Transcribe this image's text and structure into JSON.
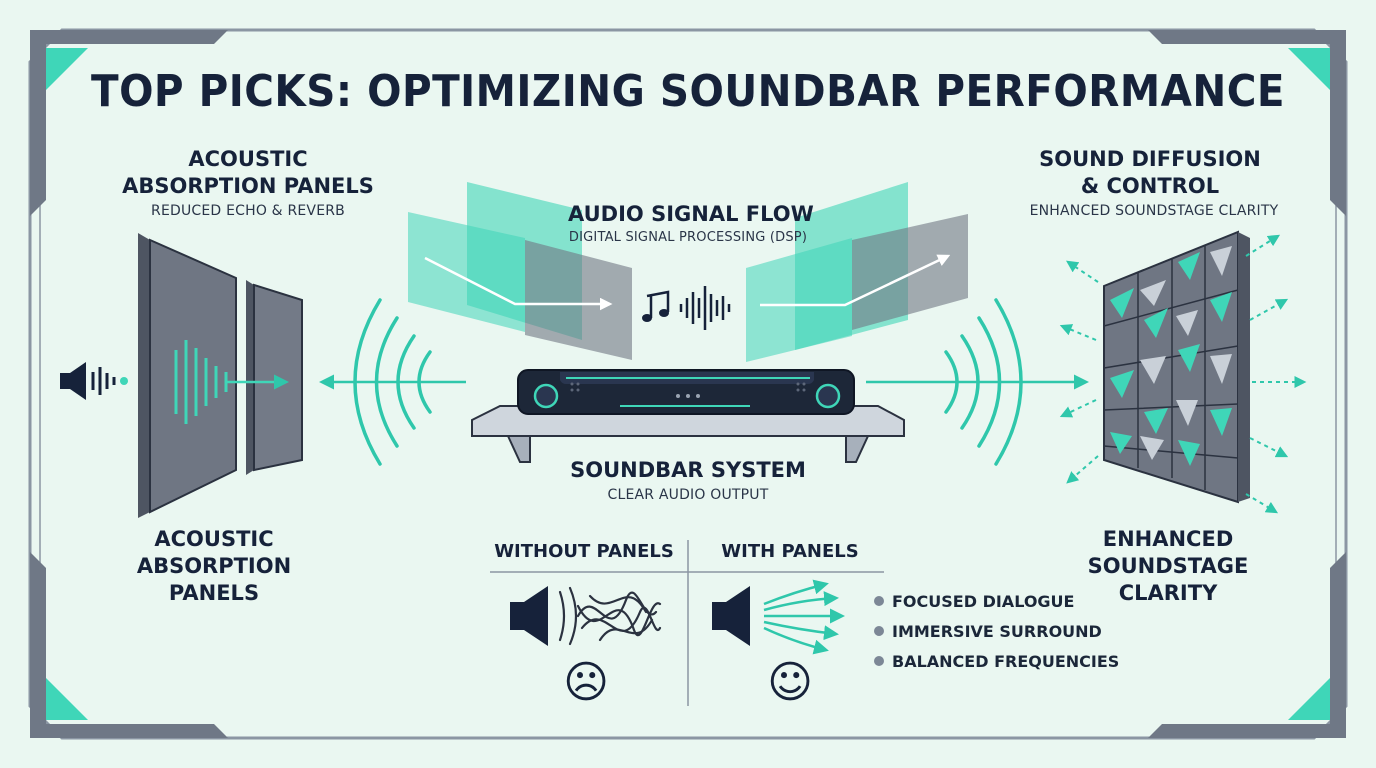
{
  "title": "TOP PICKS: OPTIMIZING SOUNDBAR PERFORMANCE",
  "left_panel": {
    "heading": [
      "ACOUSTIC",
      "ABSORPTION PANELS"
    ],
    "subtitle": "REDUCED ECHO & REVERB",
    "bottom_label": [
      "ACOUSTIC",
      "ABSORPTION",
      "PANELS"
    ]
  },
  "center": {
    "heading": "AUDIO SIGNAL FLOW",
    "subtitle": "DIGITAL SIGNAL PROCESSING (DSP)",
    "soundbar_heading": "SOUNDBAR SYSTEM",
    "soundbar_subtitle": "CLEAR AUDIO OUTPUT"
  },
  "right_panel": {
    "heading": [
      "SOUND DIFFUSION",
      "& CONTROL"
    ],
    "subtitle": "ENHANCED SOUNDSTAGE CLARITY",
    "bottom_label": [
      "ENHANCED",
      "SOUNDSTAGE",
      "CLARITY"
    ]
  },
  "comparison": {
    "without_label": "WITHOUT PANELS",
    "with_label": "WITH PANELS",
    "without_face": "☹",
    "with_face": "☺",
    "benefits": [
      "FOCUSED DIALOGUE",
      "IMMERSIVE SURROUND",
      "BALANCED FREQUENCIES"
    ]
  },
  "icons": [
    "speaker-icon",
    "music-note-icon",
    "sound-wave-icon",
    "sad-face-icon",
    "happy-face-icon",
    "arrow-icon"
  ],
  "colors": {
    "background": "#eaf7f1",
    "accent": "#3fd6b8",
    "teal_dark": "#22b9a0",
    "panel_gray": "#6f7683",
    "navy": "#16223a",
    "frame": "#8b96a3"
  }
}
